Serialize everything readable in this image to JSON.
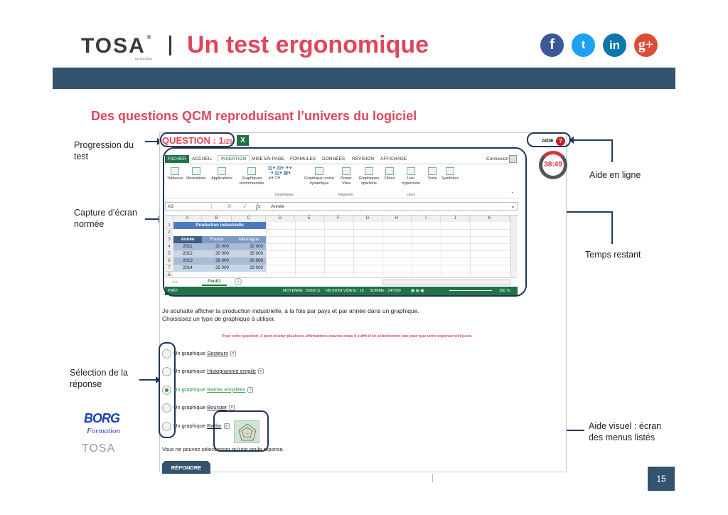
{
  "header": {
    "logo": "TOSA",
    "logo_mark": "®",
    "logo_sub": "by ISOGRAD",
    "title": "Un test ergonomique"
  },
  "social": [
    {
      "name": "facebook",
      "glyph": "f",
      "color": "#3b5998"
    },
    {
      "name": "twitter",
      "glyph": "t",
      "color": "#1da1f2"
    },
    {
      "name": "linkedin",
      "glyph": "in",
      "color": "#0e76a8"
    },
    {
      "name": "googleplus",
      "glyph": "g+",
      "color": "#dd4b39"
    }
  ],
  "subtitle": "Des questions QCM reproduisant l’univers du logiciel",
  "annotations": {
    "progression": "Progression du test",
    "capture": "Capture d’écran normée",
    "selection": "Sélection de la réponse",
    "aide_ligne": "Aide en ligne",
    "temps": "Temps restant",
    "aide_visuel": "Aide visuel : écran des menus listés"
  },
  "question": {
    "label": "QUESTION : 1",
    "total": "/25",
    "aide": "AIDE",
    "aide_badge": "?",
    "timer": "38:49"
  },
  "excel": {
    "tabs": [
      "FICHIER",
      "ACCUEIL",
      "INSERTION",
      "MISE EN PAGE",
      "FORMULES",
      "DONNÉES",
      "RÉVISION",
      "AFFICHAGE"
    ],
    "connexion": "Connexion",
    "ribbon": [
      "Tableaux",
      "Illustrations",
      "Applications",
      "Graphiques recommandés",
      "Graphique croisé dynamique",
      "Power View",
      "Graphiques sparkline",
      "Filtres",
      "Lien hypertexte",
      "Texte",
      "Symboles"
    ],
    "groups": [
      "Graphiques",
      "Rapports",
      "Liens"
    ],
    "namebox": "A3",
    "fx": "fx",
    "formula": "Année",
    "columns": [
      "A",
      "B",
      "C",
      "D",
      "E",
      "F",
      "G",
      "H",
      "I",
      "J",
      "K"
    ],
    "rows": [
      "1",
      "2",
      "3",
      "4",
      "5",
      "6",
      "7",
      "8"
    ],
    "table_title": "Production industrielle",
    "headers": [
      "Année",
      "France",
      "Allemagne"
    ],
    "data": [
      [
        "2011",
        "20 000",
        "32 000"
      ],
      [
        "2012",
        "30 000",
        "35 000"
      ],
      [
        "2013",
        "28 000",
        "30 000"
      ],
      [
        "2014",
        "35 000",
        "29 000"
      ]
    ],
    "sheet": "Feuil1",
    "status": {
      "mode": "PRÊT",
      "moyenne": "MOYENNE : 20587,5",
      "nb": "NB (NON VIDES) : 15",
      "somme": "SOMME : 247050",
      "zoom": "100 %"
    }
  },
  "instructions": [
    "Je souhaite afficher la production industrielle, à la fois par pays et par année dans un graphique.",
    "Choisissez un type de graphique à utiliser."
  ],
  "warning": "Pour cette question, il peut exister plusieurs affirmations exactes mais il suffit d’en sélectionner une pour que votre réponse soit juste.",
  "options": [
    {
      "prefix": "Un graphique ",
      "link": "Secteurs"
    },
    {
      "prefix": "Un graphique ",
      "link": "Histogramme empilé"
    },
    {
      "prefix": "Un graphique ",
      "link": "Barres empilées"
    },
    {
      "prefix": "Un graphique ",
      "link": "Boursier"
    },
    {
      "prefix": "Un graphique ",
      "link": "Radar"
    }
  ],
  "selected_option": 2,
  "note": "Vous ne pouvez sélectionner qu’une seule réponse.",
  "submit": "RÉPONDRE",
  "footer": {
    "borg": "BORG",
    "borg_sub": "Formation",
    "tosa": "TOSA",
    "page": "15"
  }
}
